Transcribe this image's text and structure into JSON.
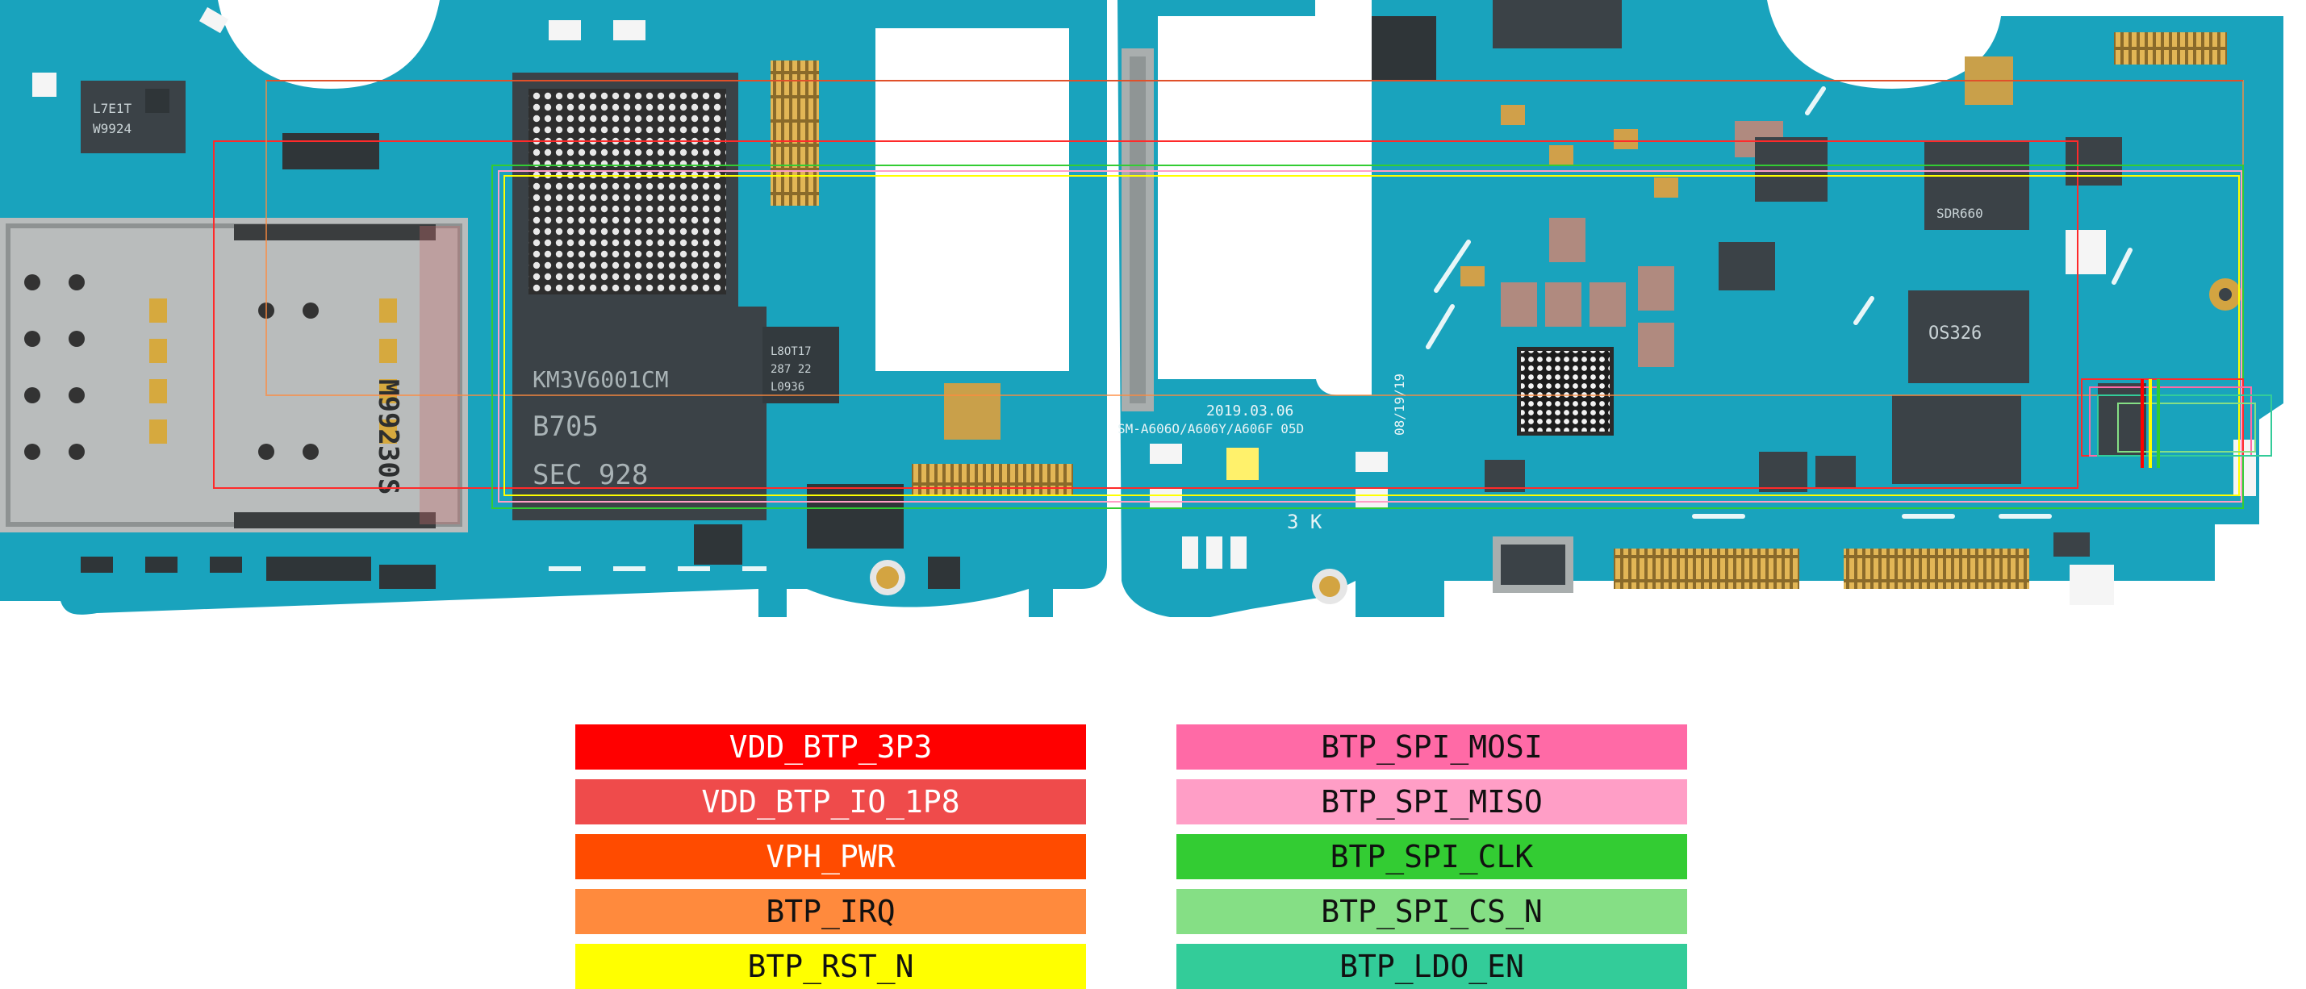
{
  "board": {
    "left_markings": [
      "L7E1T",
      "W9924",
      "M99230S",
      "KM3V6001CM",
      "B705",
      "SEC 928",
      "L8OT17",
      "287 22",
      "L0936"
    ],
    "right_markings": [
      "2019.03.06",
      "SM-A606O/A606Y/A606F 05D",
      "08/19/19",
      "SDR660",
      "OS326",
      "3 K"
    ],
    "colors": {
      "pcb": "#19a3bd",
      "pcb_dark": "#0f7f98",
      "chip": "#3b4247",
      "shield": "#b7b9b8",
      "gold": "#d3a441"
    }
  },
  "legend": [
    {
      "label": "VDD_BTP_3P3",
      "color": "#ff0000",
      "text_color": "#ffffff"
    },
    {
      "label": "VDD_BTP_IO_1P8",
      "color": "#ef4b4b",
      "text_color": "#ffffff"
    },
    {
      "label": "VPH_PWR",
      "color": "#ff4b00",
      "text_color": "#ffffff"
    },
    {
      "label": "BTP_IRQ",
      "color": "#ff8a3d",
      "text_color": "#111111"
    },
    {
      "label": "BTP_RST_N",
      "color": "#ffff00",
      "text_color": "#111111"
    },
    {
      "label": "BTP_SPI_MOSI",
      "color": "#ff6aa6",
      "text_color": "#111111"
    },
    {
      "label": "BTP_SPI_MISO",
      "color": "#ff9ec6",
      "text_color": "#111111"
    },
    {
      "label": "BTP_SPI_CLK",
      "color": "#33cc33",
      "text_color": "#111111"
    },
    {
      "label": "BTP_SPI_CS_N",
      "color": "#85df85",
      "text_color": "#111111"
    },
    {
      "label": "BTP_LDO_EN",
      "color": "#33cc99",
      "text_color": "#111111"
    }
  ]
}
